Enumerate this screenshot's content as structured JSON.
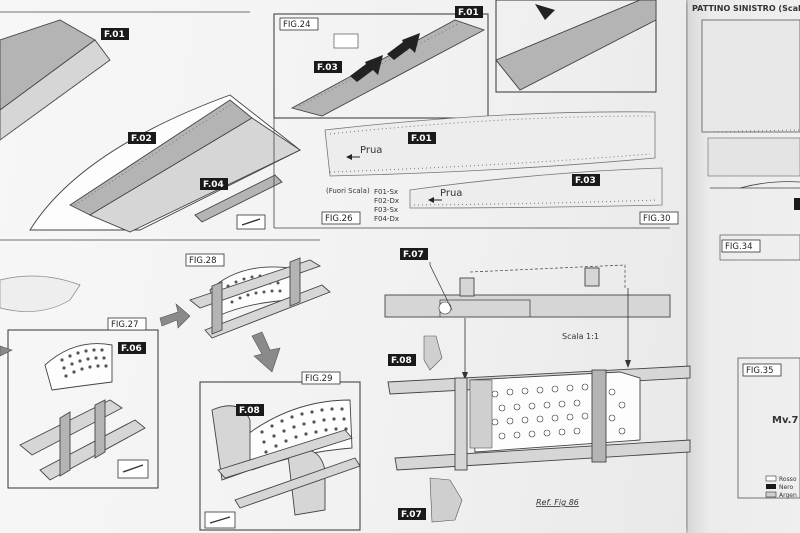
{
  "labels": {
    "f01": "F.01",
    "f02": "F.02",
    "f03": "F.03",
    "f04": "F.04",
    "f06": "F.06",
    "f07": "F.07",
    "f08": "F.08"
  },
  "figures": {
    "fig24": "FIG.24",
    "fig26": "FIG.26",
    "fig27": "FIG.27",
    "fig28": "FIG.28",
    "fig29": "FIG.29",
    "fig30": "FIG.30",
    "fig34": "FIG.34",
    "fig35": "FIG.35"
  },
  "texts": {
    "prua": "Prua",
    "fuori_scala": "(Fuori Scala)",
    "f01_sx": "F01-Sx",
    "f02_dx": "F02-Dx",
    "f03_sx": "F03-Sx",
    "f04_dx": "F04-Dx",
    "scala": "Scala 1:1",
    "ref": "Ref. Fig 86",
    "pattino": "PATTINO SINISTRO (Scal",
    "mv": "Mv.7",
    "legend_rosso": "Rosso",
    "legend_nero": "Nero",
    "legend_argento": "Argen"
  },
  "colors": {
    "label_bg": "#1a1a1a",
    "part_grey": "#b4b4b4",
    "paper": "#f4f4f4"
  }
}
